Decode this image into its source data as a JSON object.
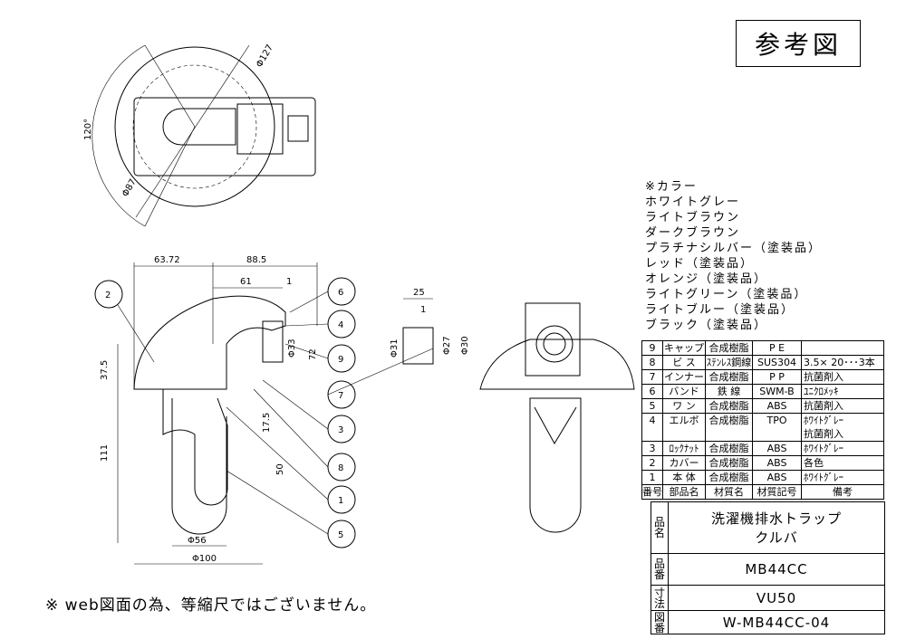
{
  "title": "参考図",
  "colors": {
    "heading": "※カラー",
    "items": [
      "ホワイトグレー",
      "ライトブラウン",
      "ダークブラウン",
      "プラチナシルバー（塗装品）",
      "レッド（塗装品）",
      "オレンジ（塗装品）",
      "ライトグリーン（塗装品）",
      "ライトブルー（塗装品）",
      "ブラック（塗装品）"
    ]
  },
  "parts_table": {
    "rows": [
      {
        "no": "9",
        "name": "キャップ",
        "material": "合成樹脂",
        "code": "P E",
        "remarks": ""
      },
      {
        "no": "8",
        "name": "ビ ス",
        "material": "ｽﾃﾝﾚｽ鋼線",
        "code": "SUS304",
        "remarks": "3.5× 20･･･3本"
      },
      {
        "no": "7",
        "name": "インナー",
        "material": "合成樹脂",
        "code": "P P",
        "remarks": "抗菌剤入"
      },
      {
        "no": "6",
        "name": "バンド",
        "material": "鉄 線",
        "code": "SWM-B",
        "remarks": "ﾕﾆｸﾛﾒｯｷ"
      },
      {
        "no": "5",
        "name": "ワ ン",
        "material": "合成樹脂",
        "code": "ABS",
        "remarks": "抗菌剤入"
      },
      {
        "no": "4",
        "name": "エルボ",
        "material": "合成樹脂",
        "code": "TPO",
        "remarks": "ﾎﾜｲﾄｸﾞﾚｰ",
        "remarks2": "抗菌剤入"
      },
      {
        "no": "3",
        "name": "ﾛｯｸﾅｯﾄ",
        "material": "合成樹脂",
        "code": "ABS",
        "remarks": "ﾎﾜｲﾄｸﾞﾚｰ"
      },
      {
        "no": "2",
        "name": "カバー",
        "material": "合成樹脂",
        "code": "ABS",
        "remarks": "各色"
      },
      {
        "no": "1",
        "name": "本 体",
        "material": "合成樹脂",
        "code": "ABS",
        "remarks": "ﾎﾜｲﾄｸﾞﾚｰ"
      }
    ],
    "header": {
      "no": "番号",
      "name": "部品名",
      "material": "材質名",
      "code": "材質記号",
      "remarks": "備考"
    }
  },
  "title_block": {
    "name_label": "品名",
    "name_line1": "洗濯機排水トラップ",
    "name_line2": "クルバ",
    "part_label": "品番",
    "part_value": "MB44CC",
    "size_label": "寸法",
    "size_value": "VU50",
    "drawing_label": "図番",
    "drawing_value": "W-MB44CC-04"
  },
  "note": "※ web図面の為、等縮尺ではございません。",
  "dimensions": {
    "top_dia": "Φ127",
    "angle": "120°",
    "inner_dia": "Φ87",
    "w1": "63.72",
    "w2": "88.5",
    "w3": "61",
    "w4": "1",
    "h1": "37.5",
    "h2": "72",
    "d33": "Φ33",
    "h3": "111",
    "h4": "17.5",
    "h5": "50",
    "d56": "Φ56",
    "d100": "Φ100",
    "c25": "25",
    "c1": "1",
    "d31": "Φ31",
    "d27": "Φ27",
    "d30": "Φ30"
  },
  "balloons": [
    "2",
    "6",
    "4",
    "9",
    "7",
    "3",
    "8",
    "1",
    "5"
  ]
}
